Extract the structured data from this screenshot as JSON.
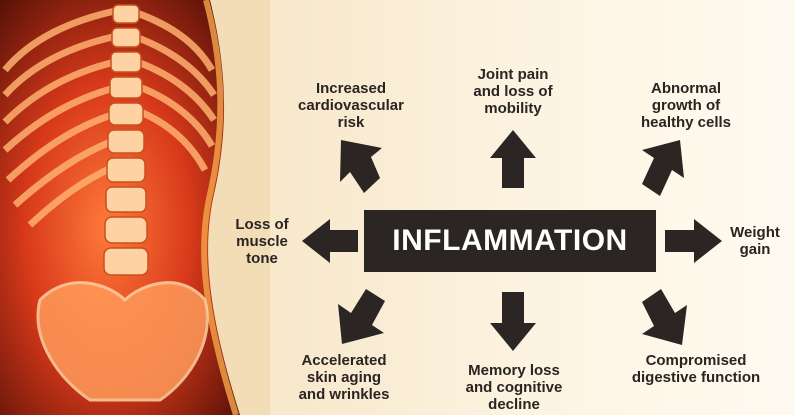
{
  "title": "INFLAMMATION",
  "effects": {
    "cardio": "Increased\ncardiovascular\nrisk",
    "joint": "Joint pain\nand loss of\nmobility",
    "growth": "Abnormal\ngrowth of\nhealthy cells",
    "muscle": "Loss of\nmuscle\ntone",
    "weight": "Weight\ngain",
    "skin": "Accelerated\nskin aging\nand wrinkles",
    "memory": "Memory loss\nand cognitive\ndecline",
    "digestive": "Compromised\ndigestive function"
  },
  "colors": {
    "box": "#2b2624",
    "arrow": "#2b2624",
    "bone": "#ff9b5a",
    "body_glow": "#e0441c"
  }
}
